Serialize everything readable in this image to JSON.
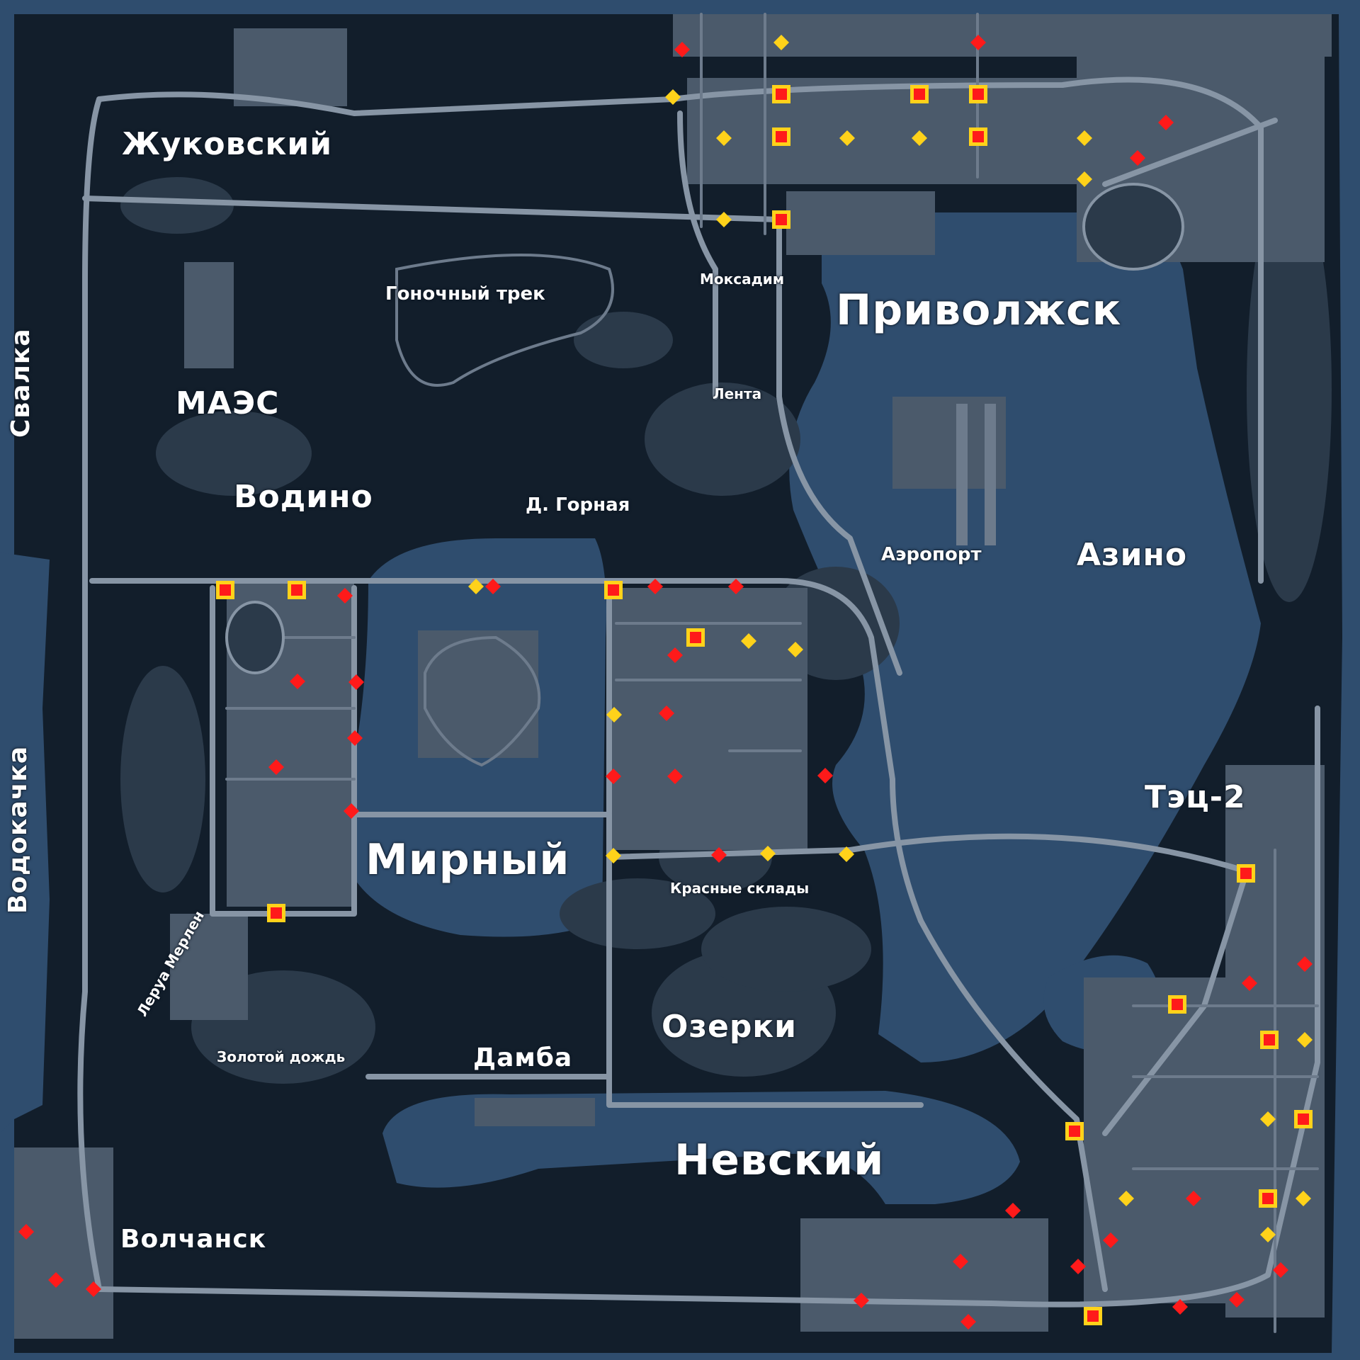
{
  "labels": {
    "zhukovsky": "Жуковский",
    "maes": "МАЭС",
    "svalka": "Свалка",
    "vodino": "Водино",
    "race_track": "Гоночный трек",
    "moksadim": "Моксадим",
    "privolzhsk": "Приволжск",
    "lenta": "Лента",
    "d_gornaya": "Д. Горная",
    "airport": "Аэропорт",
    "azino": "Азино",
    "vodokachka": "Водокачка",
    "mirny": "Мирный",
    "red_warehouses": "Красные склады",
    "tec2": "Тэц-2",
    "leroy": "Леруа Мерлен",
    "ozerki": "Озерки",
    "zolotoy": "Золотой дождь",
    "damba": "Дамба",
    "nevsky": "Невский",
    "volchansk": "Волчанск"
  },
  "colors": {
    "water": "#2f4d6e",
    "land": "#121e2b",
    "forest": "#2b3a4a",
    "road": "#8795a5",
    "urban": "#4b5a6b",
    "marker_red": "#ff1a1a",
    "marker_yellow": "#ffd21a"
  },
  "marker_types": [
    "red-diamond-icon",
    "yellow-diamond-icon",
    "yellow-square-icon"
  ]
}
